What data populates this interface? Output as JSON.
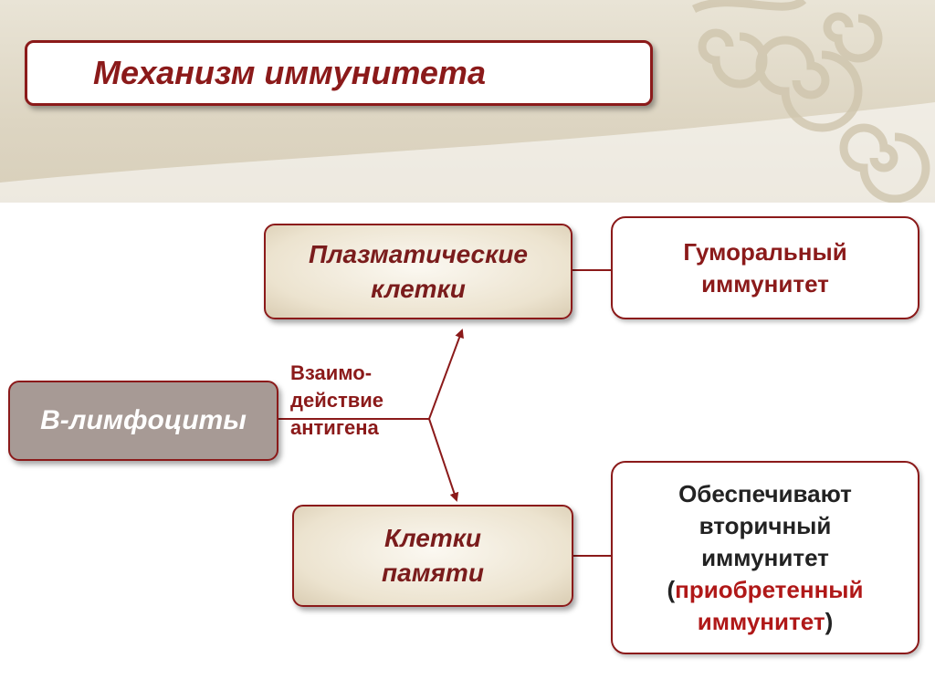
{
  "slide": {
    "title": "Механизм иммунитета",
    "nodes": {
      "b_lymphocytes": "В-лимфоциты",
      "plasma_cells": [
        "Плазматические",
        "клетки"
      ],
      "memory_cells": [
        "Клетки",
        "памяти"
      ],
      "interaction": [
        "Взаимо-",
        "действие",
        "антигена"
      ]
    },
    "results": {
      "humoral": [
        "Гуморальный",
        "иммунитет"
      ],
      "secondary": {
        "line1": "Обеспечивают",
        "line2": "вторичный",
        "line3": "иммунитет",
        "paren_open": "(",
        "acquired_1": "приобретенный",
        "acquired_2": "иммунитет",
        "paren_close": ")"
      }
    }
  },
  "colors": {
    "accent": "#8b1a1a",
    "highlight_red": "#b01818",
    "b_lymph_fill": "#a79a95",
    "banner": "#ddd5c2"
  }
}
